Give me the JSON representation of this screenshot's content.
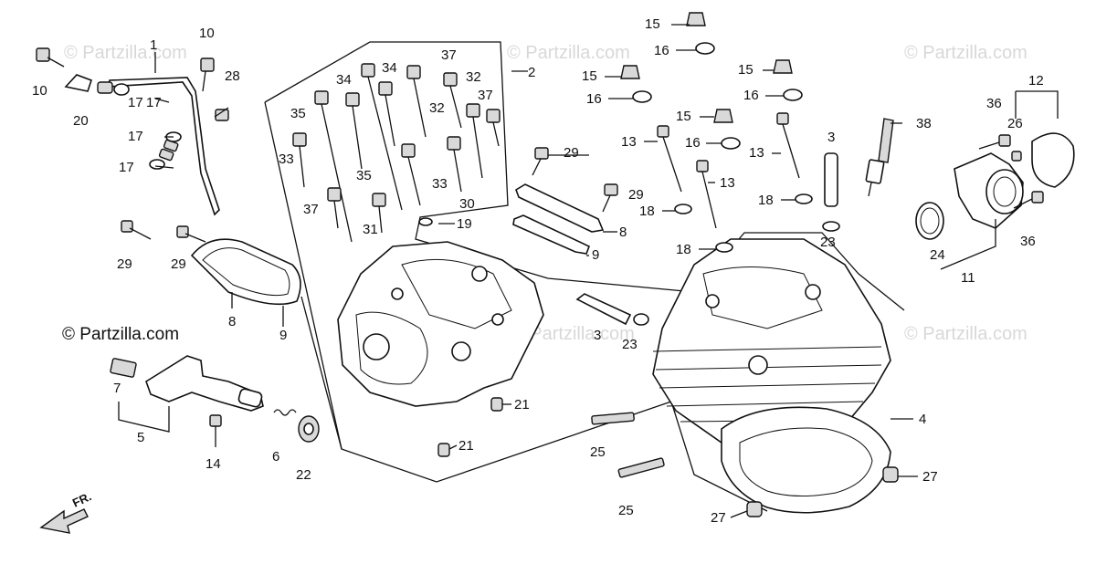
{
  "watermark": "© Partzilla.com",
  "credit": "© Partzilla.com",
  "front_marker": "FR.",
  "callouts": [
    "1",
    "2",
    "3",
    "3",
    "4",
    "5",
    "6",
    "7",
    "8",
    "8",
    "9",
    "9",
    "10",
    "10",
    "11",
    "12",
    "13",
    "13",
    "13",
    "14",
    "15",
    "15",
    "15",
    "15",
    "16",
    "16",
    "16",
    "16",
    "17",
    "17",
    "17",
    "17",
    "18",
    "18",
    "18",
    "19",
    "20",
    "21",
    "21",
    "22",
    "23",
    "23",
    "24",
    "25",
    "25",
    "26",
    "27",
    "27",
    "28",
    "29",
    "29",
    "29",
    "29",
    "30",
    "31",
    "32",
    "32",
    "33",
    "33",
    "34",
    "34",
    "35",
    "35",
    "36",
    "36",
    "37",
    "37",
    "37",
    "38"
  ]
}
